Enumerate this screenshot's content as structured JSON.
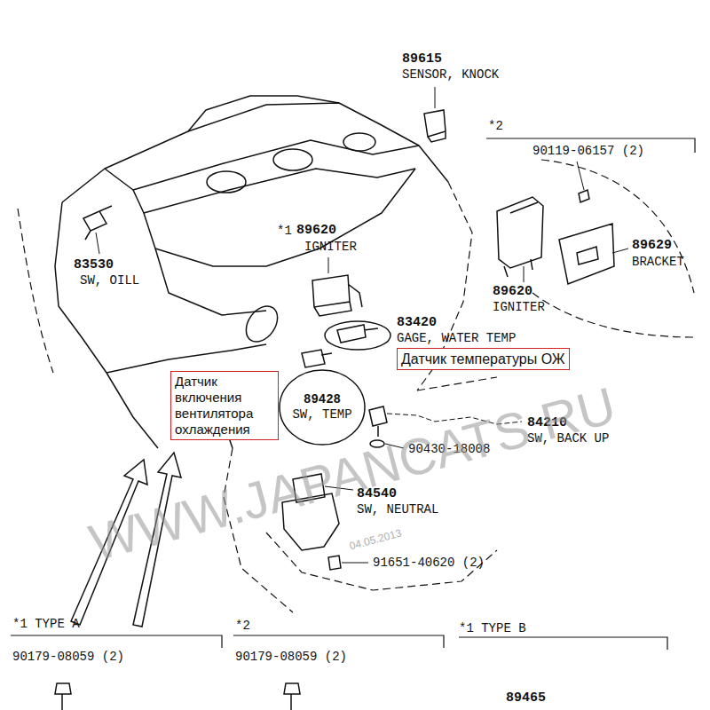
{
  "diagram": {
    "nodes": [
      {
        "text": [
          "Датчик включения вентилятора охлаждения"
        ]
      },
      {
        "text": [
          "Датчик температуры ОЖ"
        ]
      },
      {
        "text": [
          "89428",
          "SW, TEMP"
        ]
      }
    ],
    "labels": [
      "89615",
      "SENSOR, KNOCK",
      "*2",
      "90119-06157 (2)",
      "83530",
      "SW, OILL",
      "*1",
      "89620",
      "IGNITER",
      "89629",
      "BRACKET",
      "89620",
      "IGNITER",
      "83420",
      "GAGE, WATER TEMP",
      "84210",
      "SW, BACK UP",
      "90430-18008",
      "84540",
      "SW, NEUTRAL",
      "91651-40620 (2)",
      "*1 TYPE A",
      "90179-08059 (2)",
      "*2",
      "90179-08059 (2)",
      "*1 TYPE B",
      "89465",
      "WWW.JAPANCATS.RU",
      "04.05.2013"
    ]
  }
}
